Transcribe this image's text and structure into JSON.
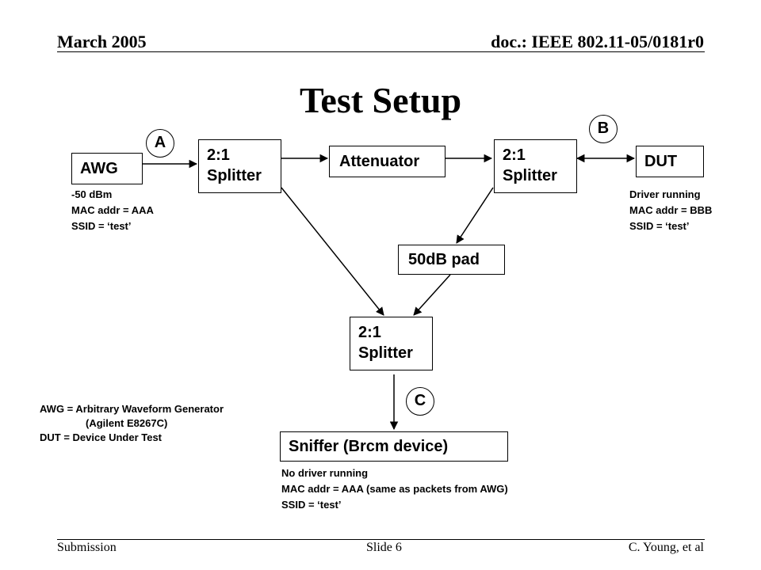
{
  "header": {
    "date": "March 2005",
    "doc": "doc.: IEEE 802.11-05/0181r0"
  },
  "title": "Test Setup",
  "blocks": {
    "awg": "AWG",
    "splitter1": [
      "2:1",
      "Splitter"
    ],
    "attenuator": "Attenuator",
    "splitter2": [
      "2:1",
      "Splitter"
    ],
    "dut": "DUT",
    "pad": "50dB pad",
    "splitter3": [
      "2:1",
      "Splitter"
    ],
    "sniffer": "Sniffer (Brcm device)"
  },
  "markers": {
    "a": "A",
    "b": "B",
    "c": "C"
  },
  "notes": {
    "awg": [
      "-50 dBm",
      "MAC addr = AAA",
      "SSID = ‘test’"
    ],
    "dut": [
      "Driver running",
      "MAC addr = BBB",
      "SSID = ‘test’"
    ],
    "sniffer": [
      "No driver running",
      "MAC addr = AAA (same as packets from AWG)",
      "SSID = ‘test’"
    ],
    "legend": [
      "AWG = Arbitrary Waveform Generator",
      "(Agilent E8267C)",
      "DUT = Device Under Test"
    ]
  },
  "footer": {
    "left": "Submission",
    "center": "Slide 6",
    "right": "C. Young, et al"
  }
}
